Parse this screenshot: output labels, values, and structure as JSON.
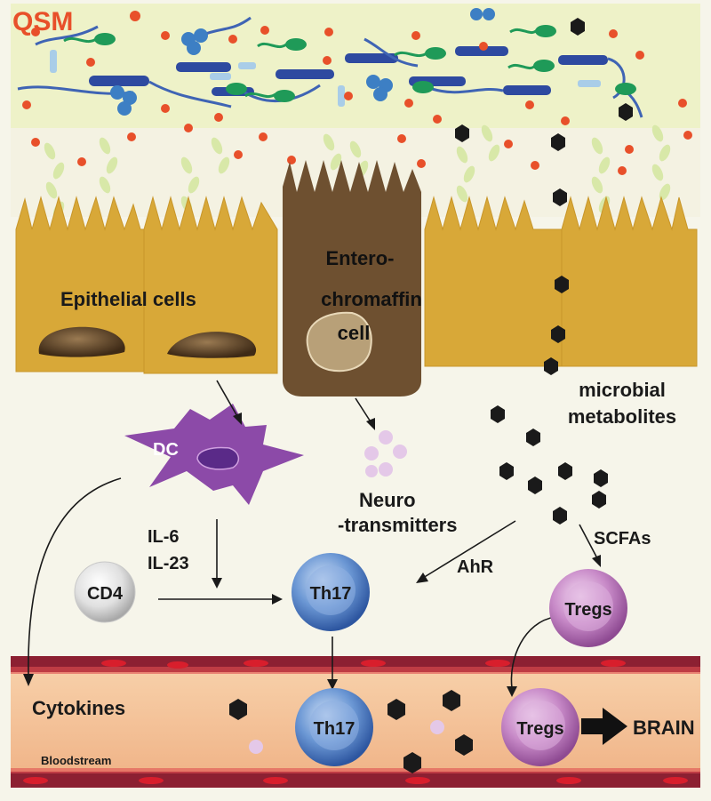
{
  "labels": {
    "qsm": "QSM",
    "epithelial": "Epithelial cells",
    "entero_1": "Entero-",
    "entero_2": "chromaffin",
    "entero_3": "cell",
    "microbial_1": "microbial",
    "microbial_2": "metabolites",
    "dc": "DC",
    "neuro_1": "Neuro",
    "neuro_2": "-transmitters",
    "il6": "IL-6",
    "il23": "IL-23",
    "scfas": "SCFAs",
    "ahr": "AhR",
    "cd4": "CD4",
    "th17_top": "Th17",
    "tregs_top": "Tregs",
    "cytokines": "Cytokines",
    "th17_blood": "Th17",
    "tregs_blood": "Tregs",
    "brain": "BRAIN",
    "bloodstream": "Bloodstream"
  },
  "colors": {
    "lumen": "#eef2c8",
    "epithelium": "#d8a838",
    "entero": "#6e5030",
    "dc": "#8c4aa8",
    "th17": "#4a78c0",
    "tregs": "#b876b8",
    "blood": "#f5c29a",
    "vessel_wall": "#8c2032",
    "qsm": "#e8502a",
    "metabolite": "#1a1a1a"
  }
}
